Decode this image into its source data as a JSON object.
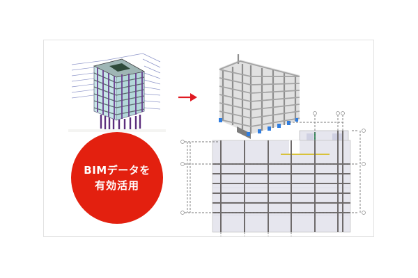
{
  "figure": {
    "caption_line1": "BIMデータを",
    "caption_line2": "有効活用",
    "colors": {
      "accent_red": "#e3200f",
      "arrow_red": "#e01a22",
      "structure_purple": "#6a3d8f",
      "glass_cyan": "#bfe3e6",
      "concrete_gray": "#9a9a9a",
      "footing_blue": "#2f7de0",
      "plan_fill": "#e6e6ee",
      "plan_yellow": "#d8c23a",
      "plan_green": "#2e8b57"
    },
    "panels": [
      {
        "name": "bim-model",
        "description": "3D BIM building model with piles"
      },
      {
        "name": "structural-model",
        "description": "3D structural frame model"
      },
      {
        "name": "floor-plan",
        "description": "Structural plan drawing with grid lines"
      }
    ]
  }
}
